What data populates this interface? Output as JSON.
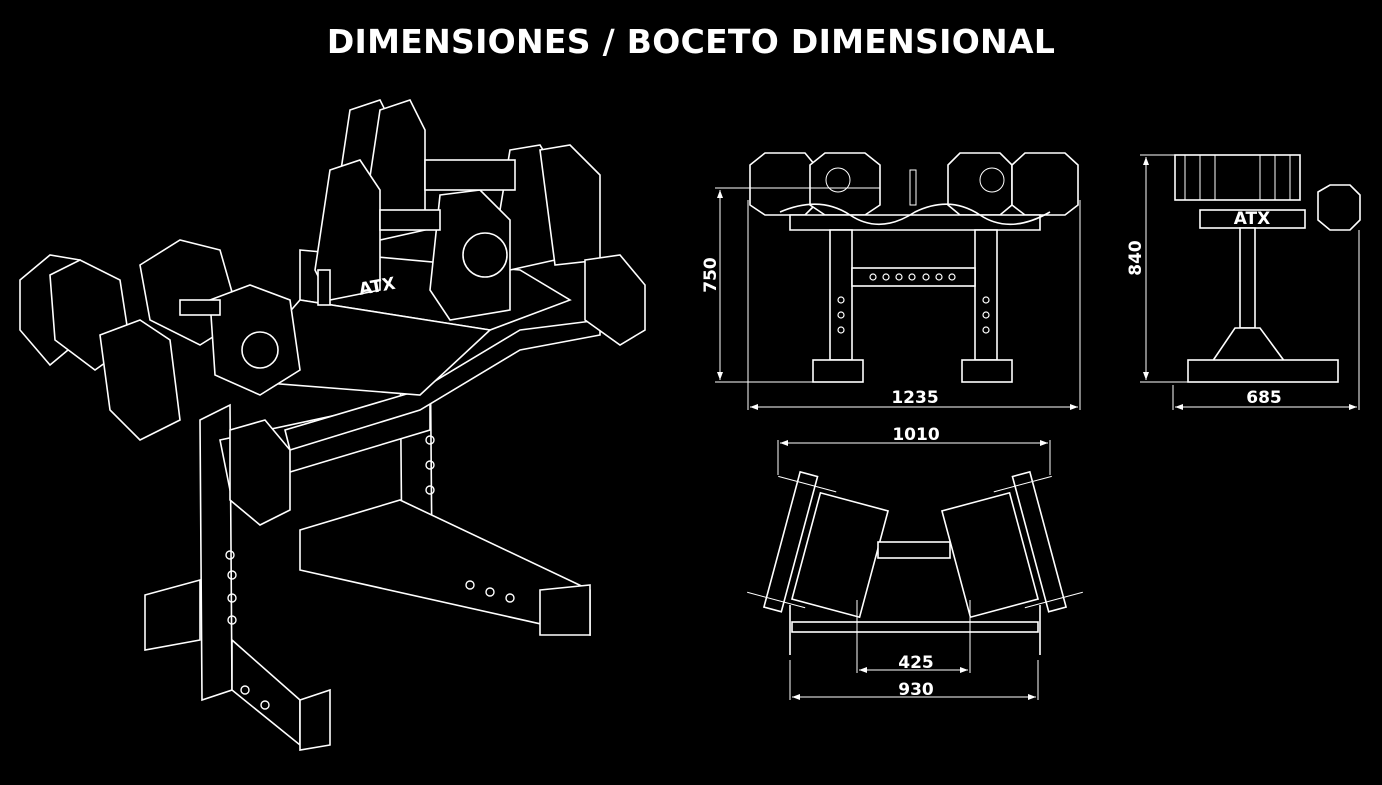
{
  "title": "DIMENSIONES / BOCETO DIMENSIONAL",
  "brand_logo": "ATX",
  "front_view": {
    "height": "750",
    "width": "1235"
  },
  "side_view": {
    "height": "840",
    "width": "685"
  },
  "top_view": {
    "outer_width": "1010",
    "inner_width": "425",
    "base_width": "930"
  },
  "colors": {
    "background": "#000000",
    "lines": "#ffffff"
  }
}
